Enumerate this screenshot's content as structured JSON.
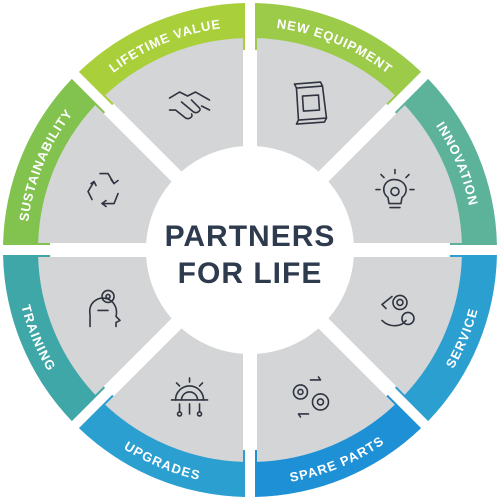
{
  "center": {
    "line1": "PARTNERS",
    "line2": "FOR LIFE"
  },
  "segments": [
    {
      "label": "NEW EQUIPMENT",
      "icon": "machine-icon",
      "color": "#9ccb4a"
    },
    {
      "label": "INNOVATION",
      "icon": "lightbulb-gear-icon",
      "color": "#5cb39a"
    },
    {
      "label": "SERVICE",
      "icon": "wrench-gear-icon",
      "color": "#2a9fd0"
    },
    {
      "label": "SPARE PARTS",
      "icon": "gears-cycle-icon",
      "color": "#1e90d6"
    },
    {
      "label": "UPGRADES",
      "icon": "gear-circuit-icon",
      "color": "#2a9fd0"
    },
    {
      "label": "TRAINING",
      "icon": "head-gear-icon",
      "color": "#3fa7a8"
    },
    {
      "label": "SUSTAINABILITY",
      "icon": "recycle-icon",
      "color": "#82c24e"
    },
    {
      "label": "LIFETIME VALUE",
      "icon": "handshake-icon",
      "color": "#a9cf3a"
    }
  ],
  "colors": {
    "inner_segment": "#d4d5d6",
    "center_text": "#2e3a4d",
    "icon_stroke": "#2f3440"
  }
}
